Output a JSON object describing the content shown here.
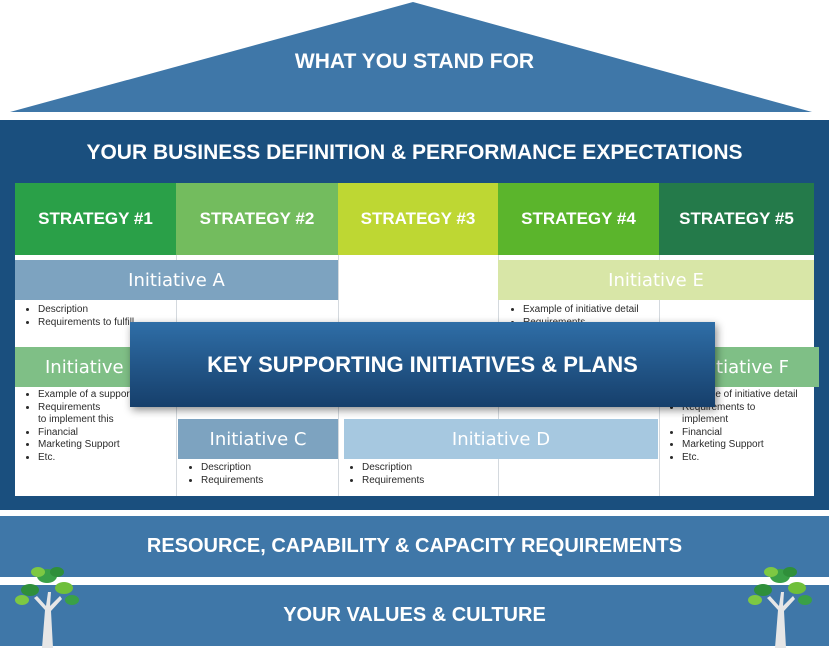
{
  "roof": {
    "title": "WHAT YOU STAND FOR"
  },
  "definition": {
    "title": "YOUR BUSINESS DEFINITION & PERFORMANCE EXPECTATIONS"
  },
  "strategies": [
    {
      "label": "STRATEGY #1",
      "color": "#2aa048"
    },
    {
      "label": "STRATEGY #2",
      "color": "#73bc5e"
    },
    {
      "label": "STRATEGY #3",
      "color": "#bed733"
    },
    {
      "label": "STRATEGY #4",
      "color": "#5bb52c"
    },
    {
      "label": "STRATEGY #5",
      "color": "#247a4a"
    }
  ],
  "initiatives": {
    "a": {
      "label": "Initiative A",
      "bullets": [
        "Description",
        "Requirements to fulfill"
      ]
    },
    "b": {
      "label": "Initiative B",
      "bullets": [
        "Example of  a supporting",
        "Requirements",
        "to implement this",
        "Financial",
        "Marketing Support",
        "Etc."
      ]
    },
    "c": {
      "label": "Initiative C",
      "bullets": [
        "Description",
        "Requirements"
      ]
    },
    "d": {
      "label": "Initiative D",
      "bullets": [
        "Description",
        "Requirements"
      ]
    },
    "e": {
      "label": "Initiative E",
      "bullets": [
        "Example of initiative detail",
        "Requirements"
      ]
    },
    "f": {
      "label": "Initiative F",
      "bullets": [
        "Example of initiative detail",
        "Requirements to",
        "implement",
        "Financial",
        "Marketing Support",
        "Etc."
      ]
    }
  },
  "overlay": {
    "title": "KEY SUPPORTING INITIATIVES & PLANS"
  },
  "resource": {
    "title": "RESOURCE, CAPABILITY & CAPACITY REQUIREMENTS"
  },
  "values": {
    "title": "YOUR VALUES & CULTURE"
  },
  "colors": {
    "navy": "#1a4f7e",
    "roof": "#3f77a8",
    "initiative_blue": "#7da3c0",
    "initiative_green": "#7fbf86",
    "initiative_lime": "#d8e6a7",
    "initiative_light": "#a6c8e0"
  }
}
